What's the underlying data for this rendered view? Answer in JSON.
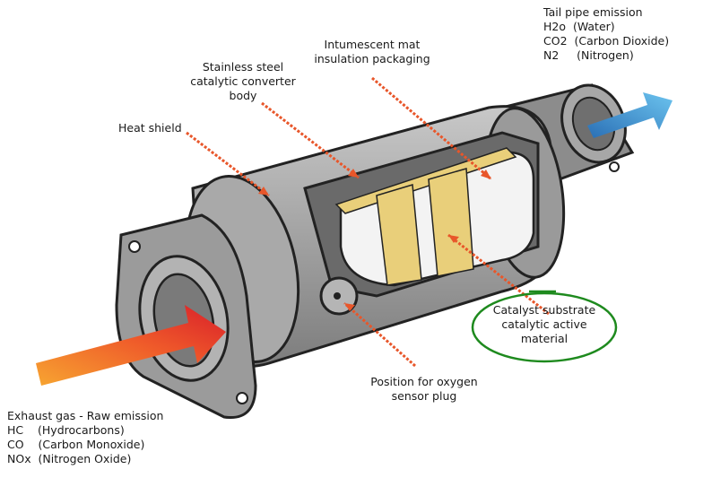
{
  "labels": {
    "tail_pipe": {
      "title": "Tail pipe emission",
      "lines": [
        "H2o  (Water)",
        "CO2  (Carbon Dioxide)",
        "N2     (Nitrogen)"
      ]
    },
    "intumescent": {
      "lines": [
        "Intumescent mat",
        "insulation packaging"
      ]
    },
    "stainless": {
      "lines": [
        "Stainless steel",
        "catalytic converter",
        "body"
      ]
    },
    "heat_shield": "Heat shield",
    "catalyst": {
      "lines": [
        "Catalyst substrate",
        "catalytic active",
        "material"
      ]
    },
    "oxygen": {
      "lines": [
        "Position for oxygen",
        "sensor plug"
      ]
    },
    "exhaust": {
      "title": "Exhaust gas - Raw emission",
      "lines": [
        "HC    (Hydrocarbons)",
        "CO    (Carbon Monoxide)",
        "NOx  (Nitrogen Oxide)"
      ]
    }
  },
  "colors": {
    "leader_arrow": "#e8562a",
    "highlight_ellipse": "#1e8a1e",
    "hot_arrow": "#e8322a",
    "cold_arrow": "#3aa0e6",
    "body_gray": "#9a9a9a",
    "substrate_yellow": "#e9cf7a"
  },
  "icons": [
    "exhaust-inlet-arrow",
    "tailpipe-outlet-arrow",
    "converter-body"
  ]
}
